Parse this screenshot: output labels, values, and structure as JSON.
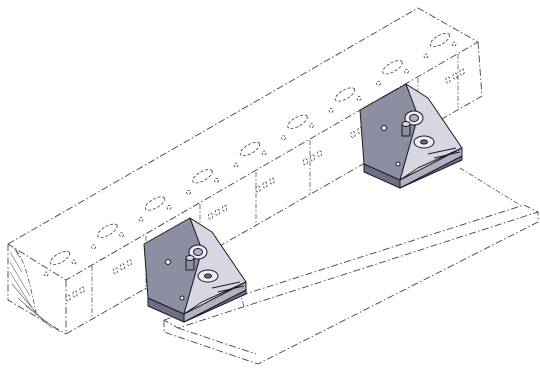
{
  "figure": {
    "background": "#ffffff",
    "style": "isometric line drawing, phantom (dash-dot) outline of a long perforated rail and mounting plate with two solid shaded clamp blocks",
    "colors": {
      "block_shade_dark": "#8c8ea2",
      "block_shade_mid": "#b0b2c4",
      "block_shade_light": "#d6d7e2",
      "outline": "#1c1c24",
      "phantom_line": "#444444"
    }
  },
  "components": {
    "phantom_rail": {
      "hole_groups": 9
    },
    "phantom_plate": {},
    "clamp_blocks": {
      "count": 2
    }
  }
}
